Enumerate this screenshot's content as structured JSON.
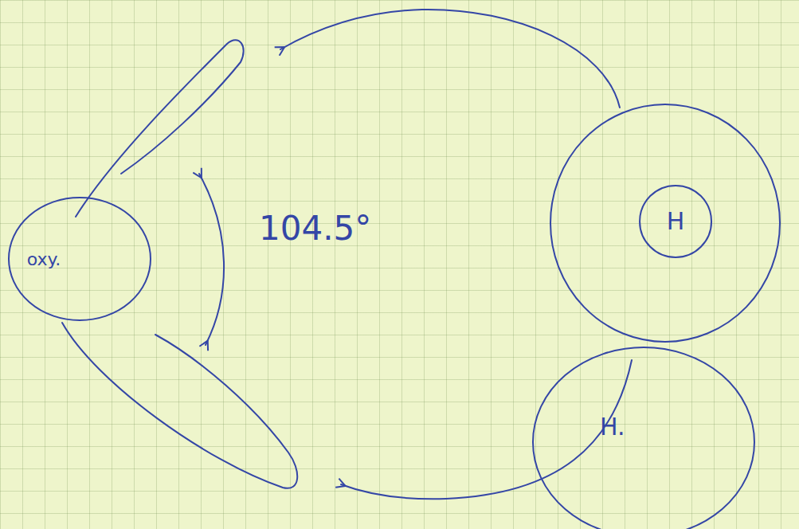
{
  "diagram": {
    "nodes": [
      {
        "text": [
          "oxy."
        ]
      },
      {
        "text": [
          "H"
        ]
      },
      {
        "text": [
          "H."
        ]
      }
    ],
    "labels": [
      "104.5°"
    ]
  }
}
